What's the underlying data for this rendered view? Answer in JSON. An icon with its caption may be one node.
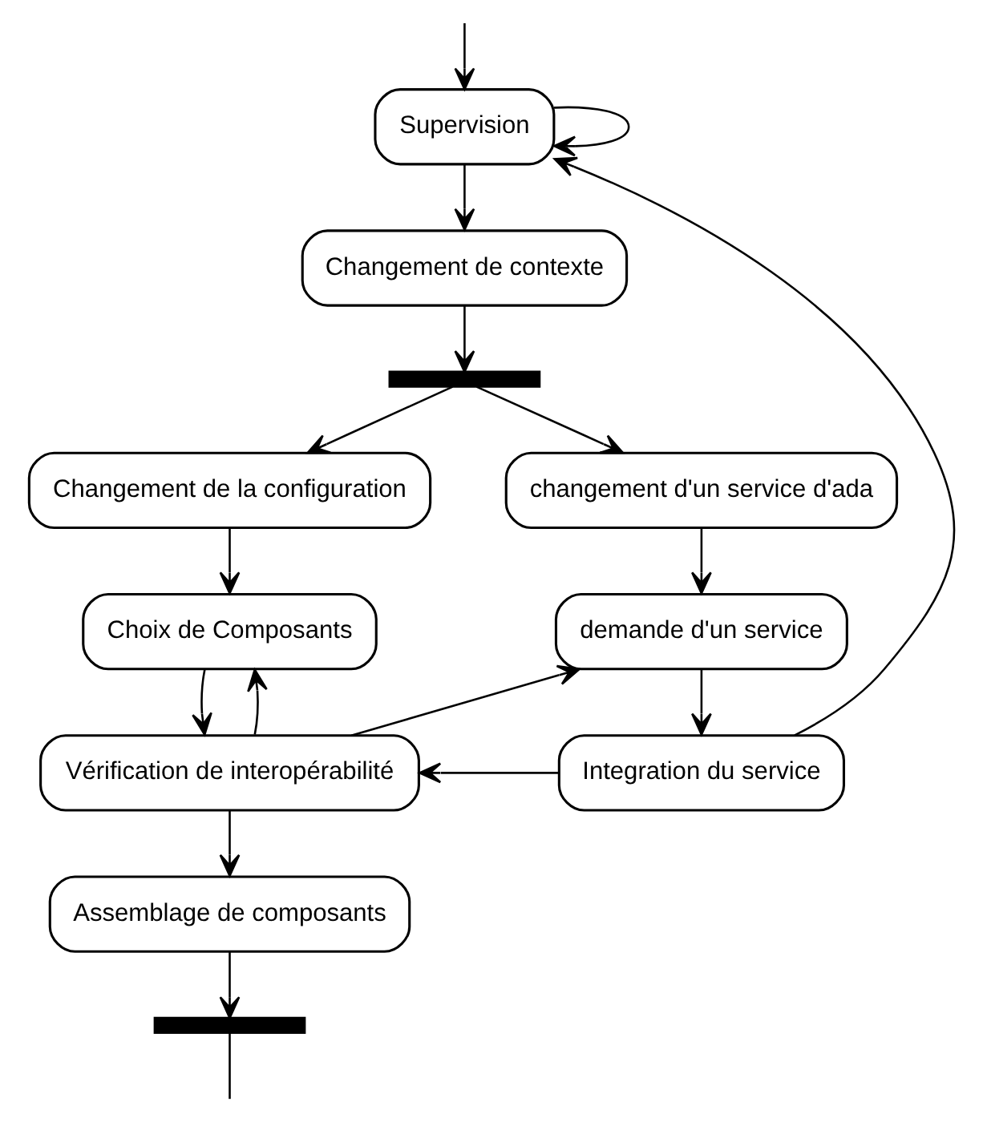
{
  "diagram": {
    "nodes": [
      {
        "text": [
          "Supervision"
        ]
      },
      {
        "text": [
          "Changement de contexte"
        ]
      },
      {
        "text": [],
        "shape": "bar"
      },
      {
        "text": [
          "Changement de la configuration"
        ]
      },
      {
        "text": [
          "changement d'un service d'ada"
        ]
      },
      {
        "text": [
          "Choix de Composants"
        ]
      },
      {
        "text": [
          "demande d'un service"
        ]
      },
      {
        "text": [
          "Vérification de interopérabilité"
        ]
      },
      {
        "text": [
          "Integration du service"
        ]
      },
      {
        "text": [
          "Assemblage de composants"
        ]
      },
      {
        "text": [],
        "shape": "bar"
      }
    ],
    "edges": [
      {
        "from": 0,
        "to": 0,
        "arrow": "to"
      },
      {
        "from": 0,
        "to": 1,
        "arrow": "to"
      },
      {
        "from": 1,
        "to": 2,
        "arrow": "to"
      },
      {
        "from": 2,
        "to": 3,
        "arrow": "to"
      },
      {
        "from": 2,
        "to": 4,
        "arrow": "to"
      },
      {
        "from": 3,
        "to": 5,
        "arrow": "to"
      },
      {
        "from": 4,
        "to": 6,
        "arrow": "to"
      },
      {
        "from": 7,
        "to": 5,
        "arrow": "to"
      },
      {
        "from": 5,
        "to": 7,
        "arrow": "to"
      },
      {
        "from": 7,
        "to": 6,
        "arrow": "to"
      },
      {
        "from": 6,
        "to": 8,
        "arrow": "to"
      },
      {
        "from": 8,
        "to": 7,
        "arrow": "to"
      },
      {
        "from": 8,
        "to": 0,
        "arrow": "to"
      },
      {
        "from": 7,
        "to": 9,
        "arrow": "to"
      },
      {
        "from": 9,
        "to": 10,
        "arrow": "to"
      },
      {
        "from": null,
        "to": 0,
        "arrow": "to"
      },
      {
        "from": 10,
        "to": null,
        "arrow": "none"
      }
    ]
  }
}
